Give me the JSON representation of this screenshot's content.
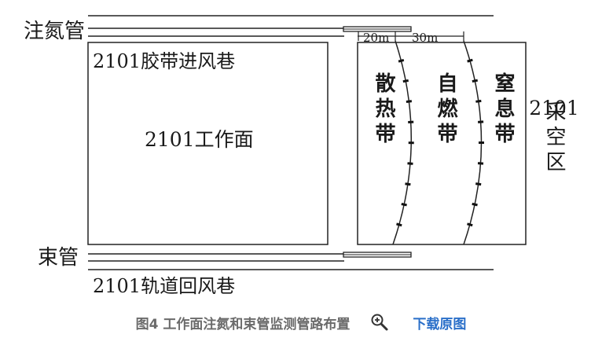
{
  "diagram": {
    "n2_pipe_label": "注氮管",
    "beam_pipe_label": "束管",
    "intake_roadway_label": "2101胶带进风巷",
    "return_roadway_label": "2101轨道回风巷",
    "workface_label": "2101工作面",
    "dist_1": "20m",
    "dist_2": "30m",
    "zone_heat": "散热带",
    "zone_combustion": "自燃带",
    "zone_suffocation": "窒息带",
    "goaf_number": "2101",
    "goaf_text": "采空区"
  },
  "caption": {
    "text": "图4 工作面注氮和束管监测管路布置",
    "zoom_icon": "magnifier-icon",
    "download_label": "下载原图"
  }
}
